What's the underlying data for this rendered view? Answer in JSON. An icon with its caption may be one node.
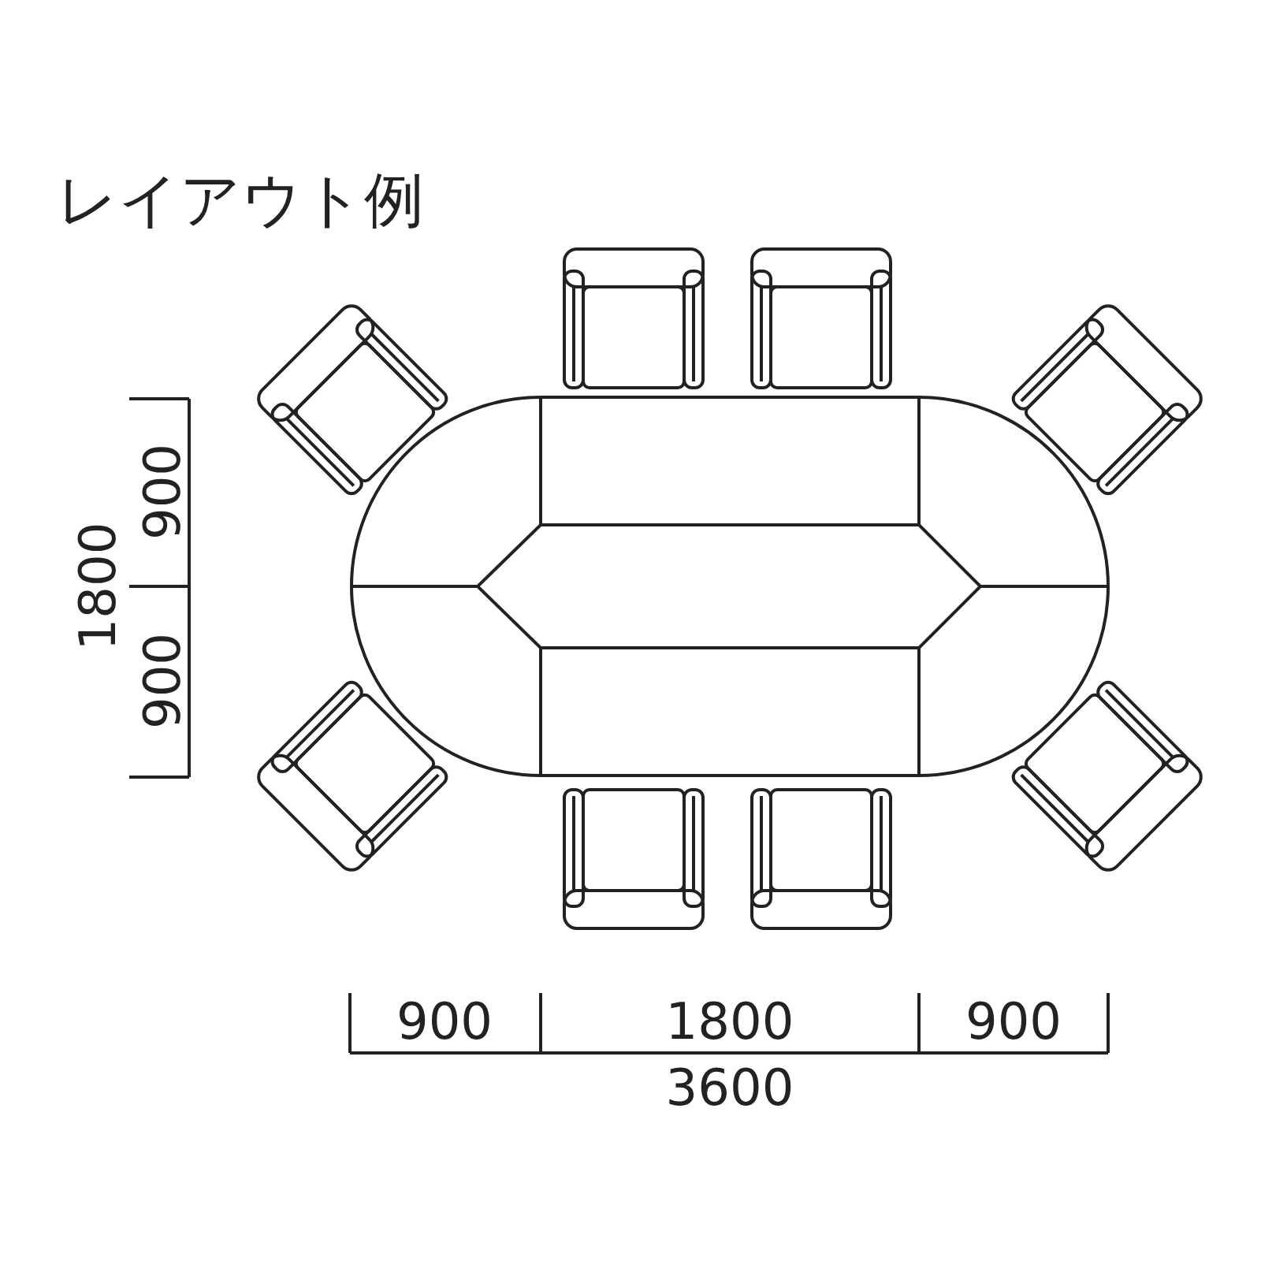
{
  "diagram": {
    "title": "レイアウト例",
    "labels": [
      "1800",
      "900",
      "900",
      "900",
      "1800",
      "900",
      "3600"
    ]
  }
}
